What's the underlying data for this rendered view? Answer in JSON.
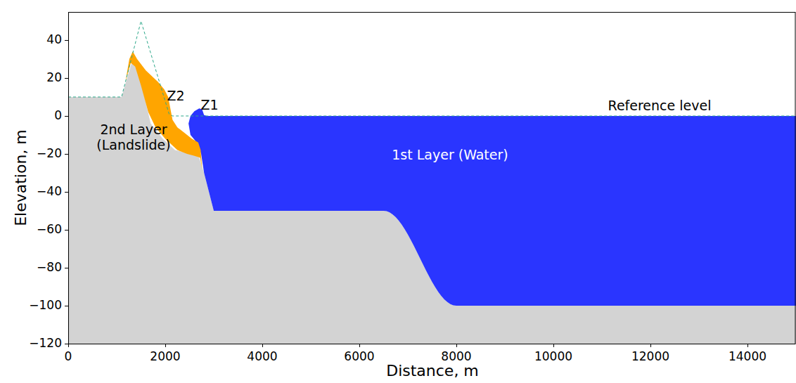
{
  "diagram": {
    "labels": [
      "40",
      "20",
      "0",
      "−20",
      "−40",
      "−60",
      "−80",
      "−100",
      "−120",
      "0",
      "2000",
      "4000",
      "6000",
      "8000",
      "10000",
      "12000",
      "14000",
      "Distance, m",
      "Elevation, m",
      "Z2",
      "Z1",
      "Reference level",
      "2nd Layer (Landslide)",
      "1st Layer (Water)"
    ]
  }
}
